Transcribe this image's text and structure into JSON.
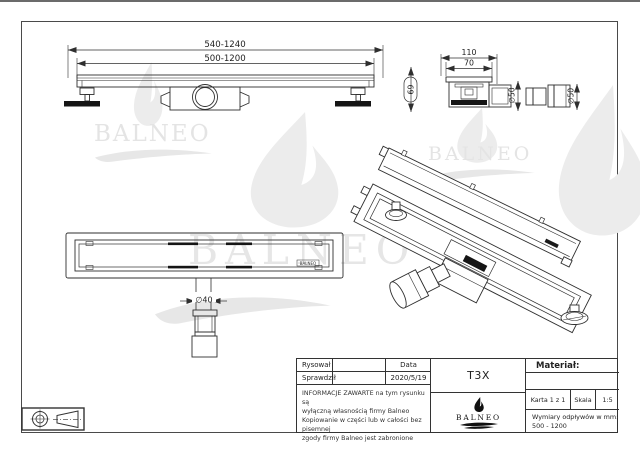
{
  "watermark": {
    "text": "BALNEO"
  },
  "side_view": {
    "dim_total": "540-1240",
    "dim_drain": "500-1200"
  },
  "end_view": {
    "dim_width_outer": "110",
    "dim_width_inner": "70",
    "dim_height": "69",
    "dim_flange_dia": "∅50",
    "dim_pipe_dia": "∅50"
  },
  "plan_view": {
    "dim_pipe_dia": "∅40",
    "grate_brand": "BALNEO"
  },
  "title_block": {
    "drawn_label": "Rysował",
    "checked_label": "Sprawdził",
    "date_label": "Data",
    "date_value": "2020/5/19",
    "disclaimer": [
      "INFORMACJE ZAWARTE na tym rysunku są",
      "wyłączną własnością firmy Balneo",
      "Kopiowanie w części lub w całości bez pisemnej",
      "zgody firmy Balneo jest zabronione"
    ],
    "model_code": "T3X",
    "logo_text": "BALNEO",
    "material_label": "Materiał:",
    "sheet_label": "Karta 1 z 1",
    "scale_label": "Skala",
    "scale_value": "1:5",
    "dims_note_line1": "Wymiary odpływów w mm:",
    "dims_note_line2": "500 - 1200"
  }
}
